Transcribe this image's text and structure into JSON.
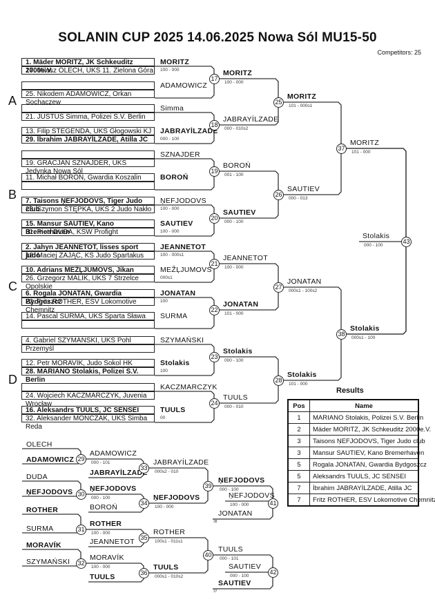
{
  "header": {
    "title": "SOLANIN CUP 2025  14.06.2025  Nowa Sól   MU15-50",
    "competitors": "Competitors: 25"
  },
  "pools": [
    "A",
    "B",
    "C",
    "D"
  ],
  "entries": [
    {
      "text": "1. Mäder MORITZ, JK Schkeuditz 2000e.V.",
      "bold": true
    },
    {
      "text": "17. Miłosz OLECH, UKS 11. Zielona Góra",
      "bold": false
    },
    {
      "text": "",
      "bold": false
    },
    {
      "text": "25. Nikodem ADAMOWICZ, Orkan Sochaczew",
      "bold": false
    },
    {
      "text": "",
      "bold": false
    },
    {
      "text": "21. JUSTUS Simma, Polizei S.V. Berlin",
      "bold": false
    },
    {
      "text": "13. Filip STEGENDA, UKS Głogowski KJ",
      "bold": false
    },
    {
      "text": "29. İbrahim JABRAYİLZADE, Atilla JC",
      "bold": true
    },
    {
      "text": "",
      "bold": false
    },
    {
      "text": "19. GRACJAN SZNAJDER, UKS Jedynka Nowa Sól",
      "bold": false
    },
    {
      "text": "11. Michał BOROŃ, Gwardia Koszalin",
      "bold": false
    },
    {
      "text": "",
      "bold": false
    },
    {
      "text": "7. Taisons ŅEFJODOVS, Tiger Judo club",
      "bold": true
    },
    {
      "text": "23. Szymon ŚTĘPKA, UKS 2 Judo Nakło",
      "bold": false
    },
    {
      "text": "15. Mansur SAUTIEV, Kano Bremerhaven",
      "bold": true
    },
    {
      "text": "31. Piotr DUDA, KSW Profight",
      "bold": false
    },
    {
      "text": "2. Jahyn JEANNETOT, lisses sport judo",
      "bold": true
    },
    {
      "text": "18. Maciej ZAJĄC, KS Judo Spartakus",
      "bold": false
    },
    {
      "text": "10. Adrians MEŽĻJUMOVS, Jikan",
      "bold": true
    },
    {
      "text": "26. Grzegorz MALIK, UKS 7 Strzelce Opolskie",
      "bold": false
    },
    {
      "text": "6. Rogala JONATAN, Gwardia Bydgoszcz",
      "bold": true
    },
    {
      "text": "22. Fritz ROTHER, ESV Lokomotive Chemnitz",
      "bold": false
    },
    {
      "text": "14. Pascal SURMA, UKS Sparta Sława",
      "bold": false
    },
    {
      "text": "",
      "bold": false
    },
    {
      "text": "4. Gabriel SZYMAŃSKI, UKS Pohl Przemyśl",
      "bold": false
    },
    {
      "text": "",
      "bold": false
    },
    {
      "text": "12. Petr MORAVÍK, Judo Sokol HK",
      "bold": false
    },
    {
      "text": "28. MARIANO Stolakis, Polizei S.V. Berlin",
      "bold": true
    },
    {
      "text": "",
      "bold": false
    },
    {
      "text": "24. Wojciech KACZMARCZYK, Juvenia Wrocław",
      "bold": false
    },
    {
      "text": "16. Aleksandrs TUULS, JC SENSEI",
      "bold": true
    },
    {
      "text": "32. Aleksander MONCZAK, UKS Simba Reda",
      "bold": false
    }
  ],
  "round1": [
    {
      "name": "MORITZ",
      "bold": true,
      "score": "100 - 000"
    },
    {
      "name": "ADAMOWICZ",
      "bold": false,
      "score": ""
    },
    {
      "name": "Simma",
      "bold": false,
      "score": ""
    },
    {
      "name": "JABRAYİLZADE",
      "bold": true,
      "score": "000 - 100"
    },
    {
      "name": "SZNAJDER",
      "bold": false,
      "score": ""
    },
    {
      "name": "BOROŃ",
      "bold": true,
      "score": ""
    },
    {
      "name": "ŅEFJODOVS",
      "bold": false,
      "score": "100 - 000"
    },
    {
      "name": "SAUTIEV",
      "bold": true,
      "score": "100 - 000"
    },
    {
      "name": "JEANNETOT",
      "bold": true,
      "score": "100 - 000s1"
    },
    {
      "name": "MEŽĻJUMOVS",
      "bold": false,
      "score": "000s1"
    },
    {
      "name": "JONATAN",
      "bold": true,
      "score": "100"
    },
    {
      "name": "SURMA",
      "bold": false,
      "score": ""
    },
    {
      "name": "SZYMAŃSKI",
      "bold": false,
      "score": ""
    },
    {
      "name": "Stolakis",
      "bold": true,
      "score": "100"
    },
    {
      "name": "KACZMARCZYK",
      "bold": false,
      "score": ""
    },
    {
      "name": "TUULS",
      "bold": true,
      "score": "00"
    }
  ],
  "matches": [
    {
      "num": "17",
      "winner": "MORITZ",
      "bold": true,
      "score": "100 - 000"
    },
    {
      "num": "18",
      "winner": "JABRAYİLZADE",
      "bold": false,
      "score": "000 - 010s2"
    },
    {
      "num": "19",
      "winner": "BOROŃ",
      "bold": false,
      "score": "001 - 100"
    },
    {
      "num": "20",
      "winner": "SAUTIEV",
      "bold": true,
      "score": "000 - 100"
    },
    {
      "num": "21",
      "winner": "JEANNETOT",
      "bold": false,
      "score": "100 - 000"
    },
    {
      "num": "22",
      "winner": "JONATAN",
      "bold": true,
      "score": "101 - 000"
    },
    {
      "num": "23",
      "winner": "Stolakis",
      "bold": true,
      "score": "000 - 100"
    },
    {
      "num": "24",
      "winner": "TUULS",
      "bold": false,
      "score": "000 - 010"
    },
    {
      "num": "25",
      "winner": "MORITZ",
      "bold": true,
      "score": "101 - 000s1"
    },
    {
      "num": "26",
      "winner": "SAUTIEV",
      "bold": false,
      "score": "000 - 013"
    },
    {
      "num": "27",
      "winner": "JONATAN",
      "bold": false,
      "score": "000s1 - 100s2"
    },
    {
      "num": "28",
      "winner": "Stolakis",
      "bold": true,
      "score": "101 - 000"
    },
    {
      "num": "37",
      "winner": "MORITZ",
      "bold": false,
      "score": "101 - 000"
    },
    {
      "num": "38",
      "winner": "Stolakis",
      "bold": true,
      "score": "000s1 - 100"
    },
    {
      "num": "43",
      "winner": "Stolakis",
      "bold": false,
      "score": "000 - 100"
    }
  ],
  "repechage": {
    "r1": [
      {
        "top": "OLECH",
        "top_bold": false,
        "bottom": "ADAMOWICZ",
        "bottom_bold": true,
        "num": "29"
      },
      {
        "top": "DUDA",
        "top_bold": false,
        "bottom": "ŅEFJODOVS",
        "bottom_bold": true,
        "num": "30"
      },
      {
        "top": "ROTHER",
        "top_bold": true,
        "bottom": "SURMA",
        "bottom_bold": false,
        "num": "31"
      },
      {
        "top": "MORAVÍK",
        "top_bold": true,
        "bottom": "SZYMAŃSKI",
        "bottom_bold": false,
        "num": "32"
      }
    ],
    "r2": [
      {
        "top": "ADAMOWICZ",
        "top_bold": false,
        "top_score": "000 - 101",
        "bottom": "JABRAYİLZADE",
        "bottom_bold": true,
        "num": "33"
      },
      {
        "top": "ŅEFJODOVS",
        "top_bold": true,
        "top_score": "000 - 100",
        "bottom": "BOROŃ",
        "bottom_bold": false,
        "num": "34"
      },
      {
        "top": "ROTHER",
        "top_bold": true,
        "top_score": "100 - 000",
        "bottom": "JEANNETOT",
        "bottom_bold": false,
        "num": "35"
      },
      {
        "top": "MORAVÍK",
        "top_bold": false,
        "top_score": "100 - 000",
        "bottom": "TUULS",
        "bottom_bold": true,
        "num": "36"
      }
    ],
    "r3": [
      {
        "top": "JABRAYİLZADE",
        "top_bold": false,
        "top_score": "000s2 - 010",
        "bottom": "ŅEFJODOVS",
        "bottom_bold": true,
        "bottom_score": "100 - 000",
        "num": "39"
      },
      {
        "top": "ROTHER",
        "top_bold": false,
        "top_score": "100s1 - 011s1",
        "bottom": "TUULS",
        "bottom_bold": true,
        "bottom_score": "000s1 - 010s2",
        "num": "40"
      }
    ],
    "bronze": [
      {
        "top": "ŅEFJODOVS",
        "top_bold": true,
        "top_score": "000 - 100",
        "mid": "ŅEFJODOVS",
        "mid_score": "100 - 000",
        "bottom": "JONATAN",
        "bottom_bold": false,
        "from": "38",
        "num": "41"
      },
      {
        "top": "TUULS",
        "top_bold": false,
        "top_score": "000 - 101",
        "mid": "SAUTIEV",
        "mid_score": "000 - 100",
        "bottom": "SAUTIEV",
        "bottom_bold": true,
        "from": "37",
        "num": "42"
      }
    ]
  },
  "results": {
    "title": "Results",
    "headers": [
      "Pos",
      "Name"
    ],
    "rows": [
      {
        "pos": "1",
        "name": "MARIANO Stolakis, Polizei S.V. Berlin"
      },
      {
        "pos": "2",
        "name": "Mäder MORITZ, JK Schkeuditz 2000e.V."
      },
      {
        "pos": "3",
        "name": "Taisons ŅEFJODOVS, Tiger Judo club"
      },
      {
        "pos": "3",
        "name": "Mansur SAUTIEV, Kano Bremerhaven"
      },
      {
        "pos": "5",
        "name": "Rogala JONATAN, Gwardia Bydgoszcz"
      },
      {
        "pos": "5",
        "name": "Aleksandrs TUULS, JC SENSEI"
      },
      {
        "pos": "7",
        "name": "İbrahim JABRAYİLZADE, Atilla JC"
      },
      {
        "pos": "7",
        "name": "Fritz ROTHER, ESV Lokomotive Chemnitz"
      }
    ]
  }
}
